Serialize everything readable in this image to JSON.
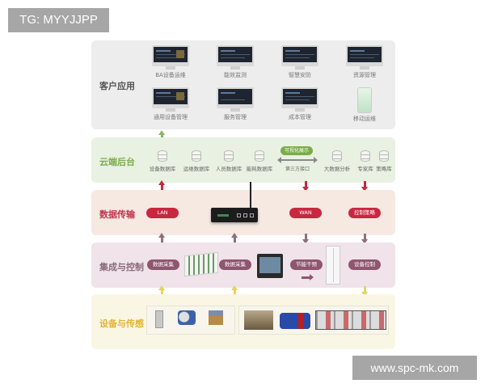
{
  "watermarks": {
    "top": "TG: MYYJJPP",
    "bottom": "www.spc-mk.com"
  },
  "colors": {
    "client": "#ededed",
    "cloud": "#e9f1e2",
    "cloud_accent": "#7aac4a",
    "transfer": "#f5e9e2",
    "transfer_accent": "#c8283f",
    "control": "#f0e3ea",
    "control_accent": "#8e566f",
    "devices": "#faf6e4",
    "devices_accent": "#e2b338"
  },
  "layers": {
    "client": {
      "title": "客户应用",
      "apps": [
        {
          "label": "BA设备运维",
          "icon": "monitor-icon"
        },
        {
          "label": "能效监测",
          "icon": "monitor-icon"
        },
        {
          "label": "智慧安防",
          "icon": "monitor-icon"
        },
        {
          "label": "资源管理",
          "icon": "monitor-icon"
        },
        {
          "label": "通用设备管理",
          "icon": "monitor-icon"
        },
        {
          "label": "服务管理",
          "icon": "monitor-icon"
        },
        {
          "label": "成本管理",
          "icon": "monitor-icon"
        },
        {
          "label": "移动运维",
          "icon": "phone-icon"
        }
      ]
    },
    "cloud": {
      "title": "云端后台",
      "databases": [
        {
          "label": "设备数据库",
          "icon": "database-icon"
        },
        {
          "label": "运维数据库",
          "icon": "database-icon"
        },
        {
          "label": "人员数据库",
          "icon": "database-icon"
        },
        {
          "label": "能耗数据库",
          "icon": "database-icon"
        },
        {
          "label": "大数据分析",
          "icon": "database-icon"
        },
        {
          "label": "专家库",
          "icon": "database-icon"
        },
        {
          "label": "策略库",
          "icon": "database-icon"
        }
      ],
      "visualization_badge": "可视化展示",
      "api_label": "第三方接口"
    },
    "transfer": {
      "title": "数据传输",
      "pills": {
        "lan": "LAN",
        "wan": "WAN",
        "strategy": "控制策略"
      },
      "gateway_icon": "router-icon"
    },
    "control": {
      "title": "集成与控制",
      "pills": {
        "collect_1": "数据采集",
        "collect_2": "数据采集",
        "energy": "节能干预",
        "device_control": "设备控制"
      }
    },
    "devices": {
      "title": "设备与传感",
      "group_1": [
        "electric-meter-icon",
        "water-meter-icon",
        "heat-meter-icon"
      ],
      "group_2": [
        "chiller-icon",
        "pump-icon",
        "air-handler-icon"
      ]
    }
  }
}
